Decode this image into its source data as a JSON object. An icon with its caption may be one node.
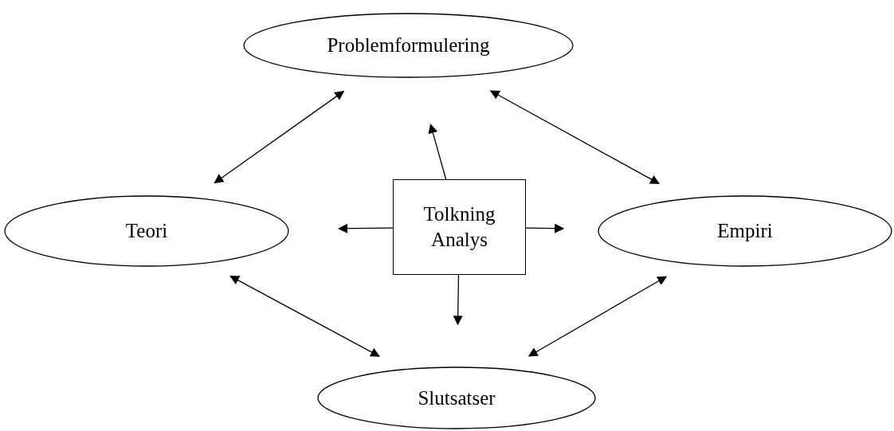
{
  "diagram": {
    "nodes": [
      {
        "text": [
          "Problemformulering"
        ]
      },
      {
        "text": [
          "Teori"
        ]
      },
      {
        "text": [
          "Tolkning Analys"
        ]
      },
      {
        "text": [
          "Empiri"
        ]
      },
      {
        "text": [
          "Slutsatser"
        ]
      }
    ],
    "edges": [
      {
        "from": 0,
        "to": 1,
        "arrow": "both"
      },
      {
        "from": 0,
        "to": 3,
        "arrow": "both"
      },
      {
        "from": 1,
        "to": 4,
        "arrow": "both"
      },
      {
        "from": 3,
        "to": 4,
        "arrow": "both"
      },
      {
        "from": 2,
        "to": 0,
        "arrow": "to"
      },
      {
        "from": 2,
        "to": 1,
        "arrow": "to"
      },
      {
        "from": 2,
        "to": 3,
        "arrow": "to"
      },
      {
        "from": 2,
        "to": 4,
        "arrow": "to"
      }
    ]
  }
}
